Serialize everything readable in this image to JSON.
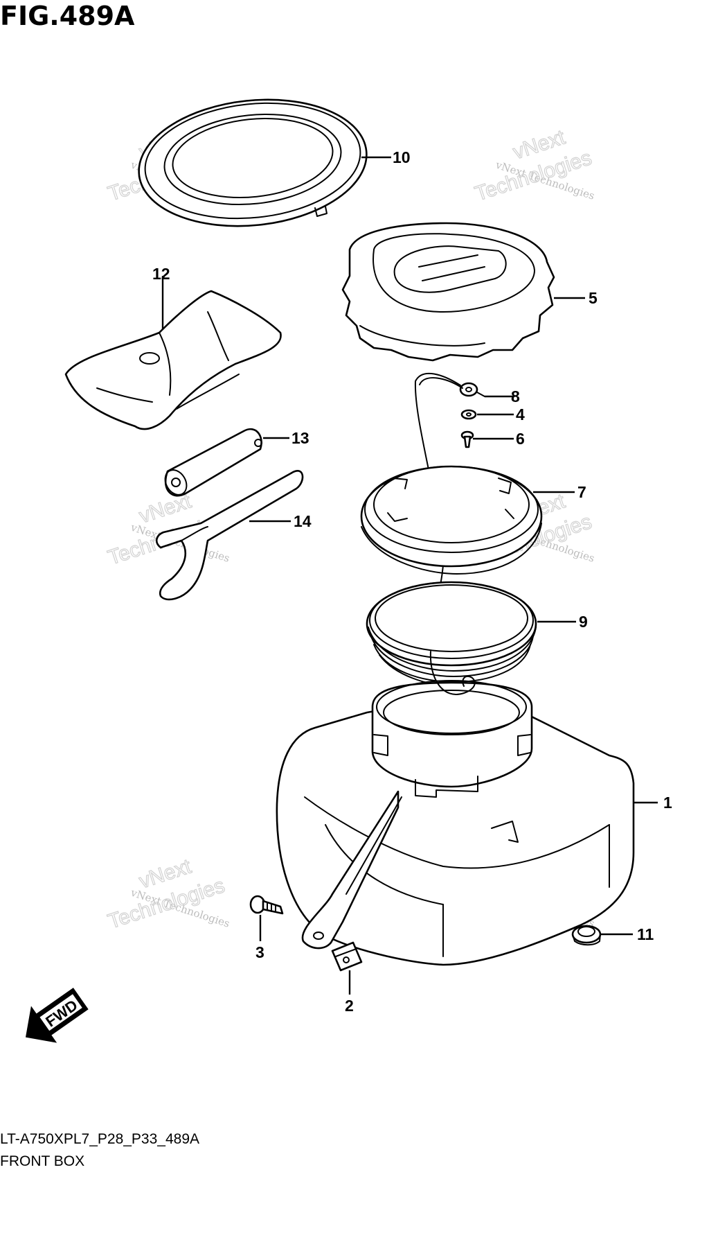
{
  "figure": {
    "title": "FIG.489A",
    "model_code": "LT-A750XPL7_P28_P33_489A",
    "name": "FRONT BOX"
  },
  "watermark": {
    "line_small": "vNext Technologies",
    "line_big_1": "vNext",
    "line_big_2": "Technologies"
  },
  "direction_arrow": {
    "label": "FWD"
  },
  "callouts": {
    "c1": "1",
    "c2": "2",
    "c3": "3",
    "c4": "4",
    "c5": "5",
    "c6": "6",
    "c7": "7",
    "c8": "8",
    "c9": "9",
    "c10": "10",
    "c11": "11",
    "c12": "12",
    "c13": "13",
    "c14": "14"
  },
  "colors": {
    "line": "#000000",
    "watermark": "#c8c8c8",
    "background": "#ffffff"
  }
}
